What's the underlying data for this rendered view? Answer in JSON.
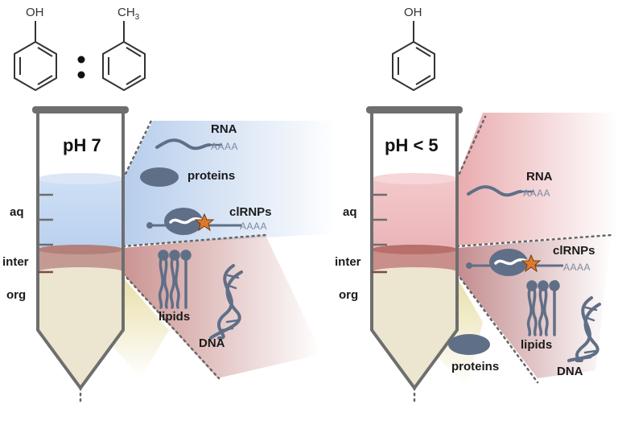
{
  "left_panel": {
    "chemicals": {
      "phenol_label": "OH",
      "toluene_label": "CH",
      "toluene_subscript": "3"
    },
    "ph_label": "pH 7",
    "phase_labels": {
      "aq": "aq",
      "inter": "inter",
      "org": "org"
    },
    "components": {
      "rna": "RNA",
      "rna_tail": "AAAA",
      "proteins": "proteins",
      "clrnps": "clRNPs",
      "clrnps_tail": "AAAA",
      "lipids": "lipids",
      "dna": "DNA"
    },
    "colors": {
      "aqueous": "#c7d9f0",
      "interphase": "#c49a93",
      "organic": "#ece5cf"
    }
  },
  "right_panel": {
    "chemicals": {
      "phenol_label": "OH"
    },
    "ph_label": "pH < 5",
    "phase_labels": {
      "aq": "aq",
      "inter": "inter",
      "org": "org"
    },
    "components": {
      "rna": "RNA",
      "rna_tail": "AAAA",
      "clrnps": "clRNPs",
      "clrnps_tail": "AAAA",
      "lipids": "lipids",
      "dna": "DNA",
      "proteins": "proteins"
    },
    "colors": {
      "aqueous": "#f0c2c4",
      "interphase": "#c98f8a",
      "organic": "#ece5cf"
    }
  },
  "colors": {
    "molecule": "#5f6f87",
    "star": "#e0782a",
    "tube": "#6e6e6e"
  }
}
